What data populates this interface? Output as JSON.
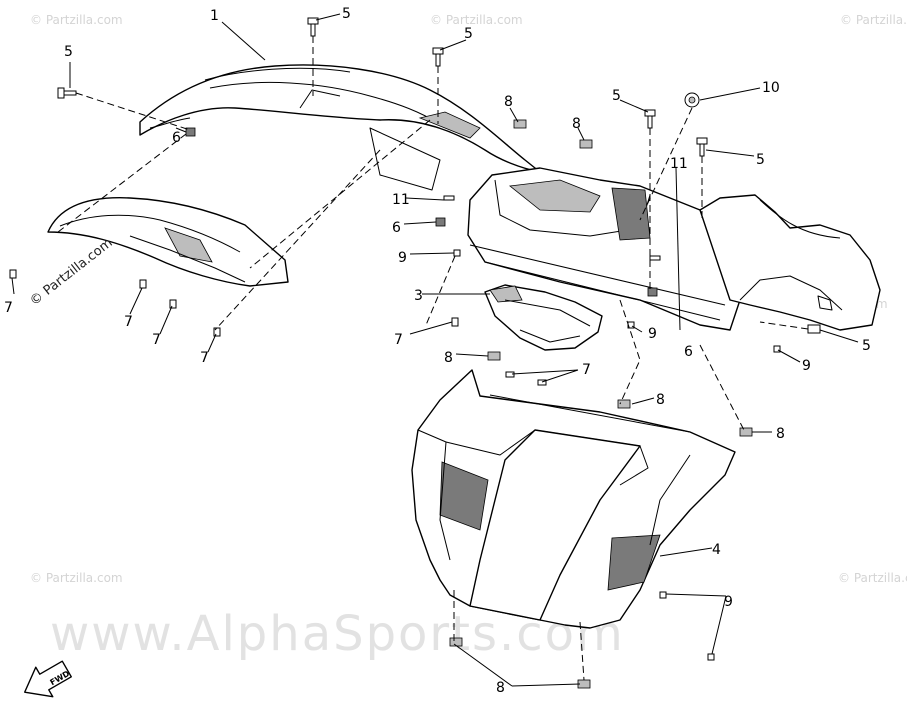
{
  "diagram": {
    "watermark_main": "www.AlphaSports.com",
    "watermark_site": "© Partzilla.com",
    "fwd_label": "FWD"
  },
  "callouts": [
    {
      "id": "c1",
      "label": "1"
    },
    {
      "id": "c3",
      "label": "3"
    },
    {
      "id": "c4",
      "label": "4"
    },
    {
      "id": "c5a",
      "label": "5"
    },
    {
      "id": "c5b",
      "label": "5"
    },
    {
      "id": "c5c",
      "label": "5"
    },
    {
      "id": "c5d",
      "label": "5"
    },
    {
      "id": "c5e",
      "label": "5"
    },
    {
      "id": "c5f",
      "label": "5"
    },
    {
      "id": "c6a",
      "label": "6"
    },
    {
      "id": "c6b",
      "label": "6"
    },
    {
      "id": "c6c",
      "label": "6"
    },
    {
      "id": "c7a",
      "label": "7"
    },
    {
      "id": "c7b",
      "label": "7"
    },
    {
      "id": "c7c",
      "label": "7"
    },
    {
      "id": "c7d",
      "label": "7"
    },
    {
      "id": "c7e",
      "label": "7"
    },
    {
      "id": "c7f",
      "label": "7"
    },
    {
      "id": "c8a",
      "label": "8"
    },
    {
      "id": "c8b",
      "label": "8"
    },
    {
      "id": "c8c",
      "label": "8"
    },
    {
      "id": "c8d",
      "label": "8"
    },
    {
      "id": "c8e",
      "label": "8"
    },
    {
      "id": "c8f",
      "label": "8"
    },
    {
      "id": "c9a",
      "label": "9"
    },
    {
      "id": "c9b",
      "label": "9"
    },
    {
      "id": "c9c",
      "label": "9"
    },
    {
      "id": "c9d",
      "label": "9"
    },
    {
      "id": "c10",
      "label": "10"
    },
    {
      "id": "c11a",
      "label": "11"
    },
    {
      "id": "c11b",
      "label": "11"
    }
  ]
}
